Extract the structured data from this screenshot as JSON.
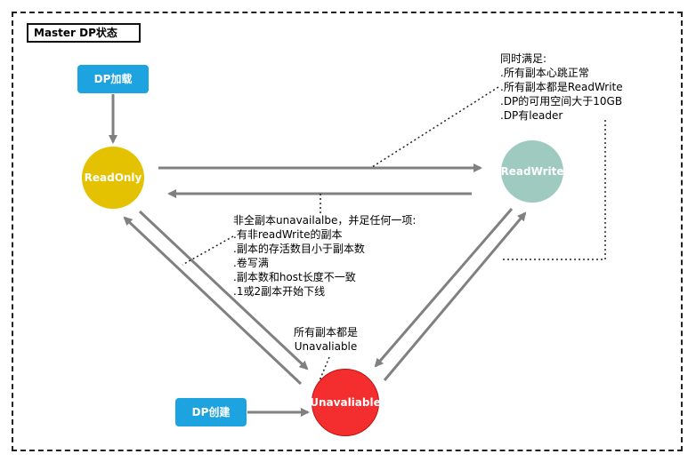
{
  "title": "Master DP状态",
  "buttons": {
    "dp_load": "DP加载",
    "dp_create": "DP创建"
  },
  "states": {
    "readonly": "ReadOnly",
    "readwrite": "ReadWrite",
    "unavailable": "Unavaliable"
  },
  "notes": {
    "to_readwrite": {
      "heading": "同时满足:",
      "lines": [
        ".所有副本心跳正常",
        ".所有副本都是ReadWrite",
        ".DP的可用空间大于10GB",
        ".DP有leader"
      ]
    },
    "to_readonly": {
      "heading": "非全副本unavailalbe，并足任何一项:",
      "lines": [
        ".有非readWrite的副本",
        ".副本的存活数目小于副本数",
        ".卷写满",
        ".副本数和host长度不一致",
        ".1或2副本开始下线"
      ]
    },
    "to_unavailable": {
      "lines": [
        "所有副本都是",
        "Unavaliable"
      ]
    }
  },
  "colors": {
    "button": "#1ea3e1",
    "readonly": "#e4c202",
    "readwrite": "#9ecabf",
    "unavailable": "#f42e2e",
    "arrow": "#808080"
  }
}
